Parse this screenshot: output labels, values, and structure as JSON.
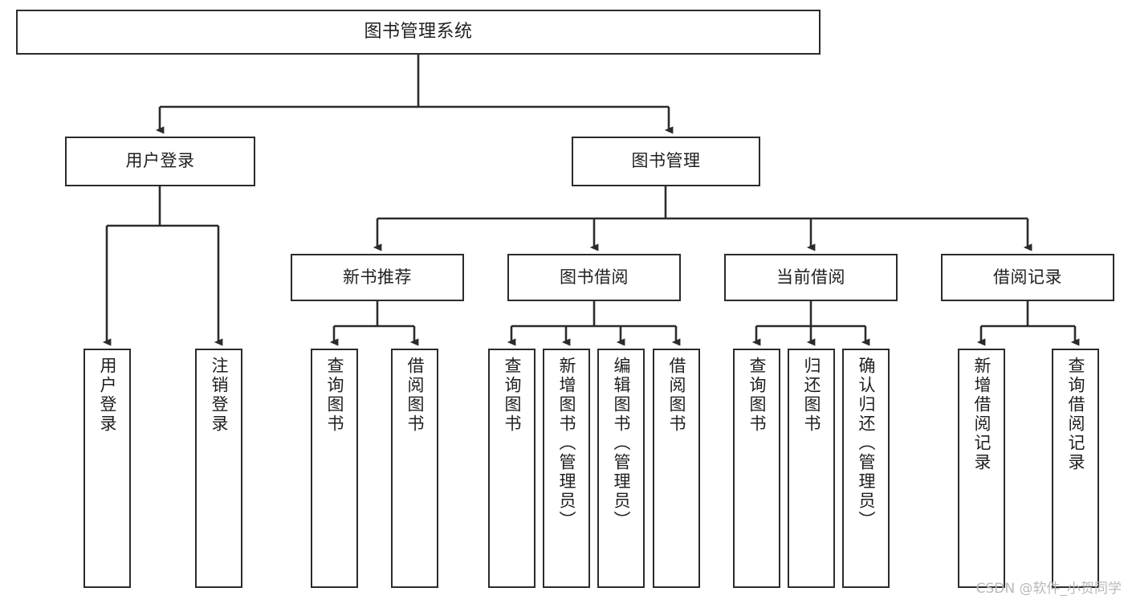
{
  "diagram": {
    "type": "tree-hierarchy",
    "title": "图书管理系统",
    "orientation": "top-down",
    "colors": {
      "box_border": "#2b2b2b",
      "box_fill": "#ffffff",
      "connector": "#2b2b2b",
      "background": "#ffffff",
      "watermark": "#b9b9b9"
    },
    "root": {
      "label": "图书管理系统"
    },
    "level2": [
      {
        "id": "user-login",
        "label": "用户登录"
      },
      {
        "id": "book-management",
        "label": "图书管理"
      }
    ],
    "level3": [
      {
        "id": "new-book-recommend",
        "label": "新书推荐"
      },
      {
        "id": "book-borrow",
        "label": "图书借阅"
      },
      {
        "id": "current-borrow",
        "label": "当前借阅"
      },
      {
        "id": "borrow-record",
        "label": "借阅记录"
      }
    ],
    "leaves": {
      "user-login": [
        {
          "id": "leaf-user-login",
          "label": "用户登录"
        },
        {
          "id": "leaf-logout-login",
          "label": "注销登录"
        }
      ],
      "new-book-recommend": [
        {
          "id": "leaf-query-book-1",
          "label": "查询图书"
        },
        {
          "id": "leaf-borrow-book-1",
          "label": "借阅图书"
        }
      ],
      "book-borrow": [
        {
          "id": "leaf-query-book-2",
          "label": "查询图书"
        },
        {
          "id": "leaf-add-book",
          "label": "新增图书（管理员）"
        },
        {
          "id": "leaf-edit-book",
          "label": "编辑图书（管理员）"
        },
        {
          "id": "leaf-borrow-book-2",
          "label": "借阅图书"
        }
      ],
      "current-borrow": [
        {
          "id": "leaf-query-book-3",
          "label": "查询图书"
        },
        {
          "id": "leaf-return-book",
          "label": "归还图书"
        },
        {
          "id": "leaf-confirm-return",
          "label": "确认归还（管理员）"
        }
      ],
      "borrow-record": [
        {
          "id": "leaf-add-record",
          "label": "新增借阅记录"
        },
        {
          "id": "leaf-query-record",
          "label": "查询借阅记录"
        }
      ]
    }
  },
  "watermark": {
    "text": "CSDN @软件_小贺同学"
  }
}
